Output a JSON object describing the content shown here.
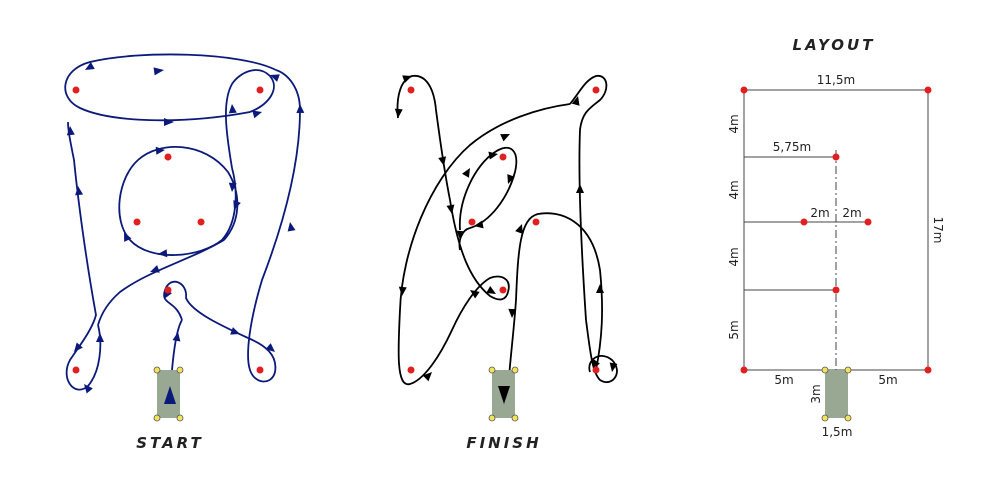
{
  "titles": {
    "start": "START",
    "finish": "FINISH",
    "layout": "LAYOUT"
  },
  "colors": {
    "start_route": "#0b1a7a",
    "finish_route": "#000000",
    "marker": "#e02020",
    "start_box": "#98a892",
    "box_corner": "#f2e35a",
    "dimension_line": "#444444"
  },
  "dimensions": {
    "width_total": "11,5m",
    "half_width": "5,75m",
    "left_2m": "2m",
    "right_2m": "2m",
    "left_4m_a": "4m",
    "left_4m_b": "4m",
    "left_4m_c": "4m",
    "left_5m": "5m",
    "height_total": "17m",
    "bottom_left_5m": "5m",
    "bottom_right_5m": "5m",
    "box_depth": "3m",
    "box_width": "1,5m"
  }
}
